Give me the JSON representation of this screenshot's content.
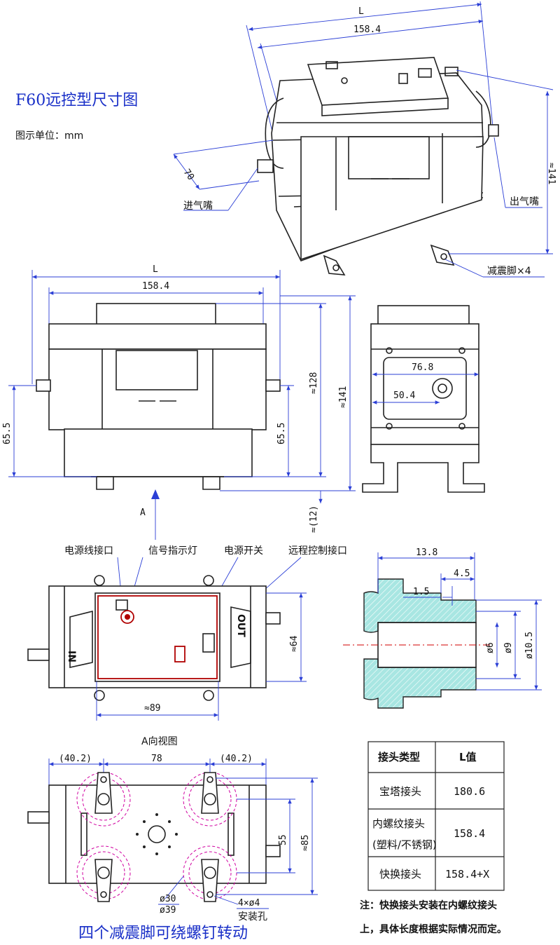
{
  "title": "F60远控型尺寸图",
  "unit_label": "图示单位：mm",
  "iso_view": {
    "dim_L": "L",
    "dim_158": "158.4",
    "dim_70": "70",
    "dim_141": "≈141",
    "inlet": "进气嘴",
    "outlet": "出气嘴",
    "feet": "减震脚×4"
  },
  "front_view": {
    "dim_L": "L",
    "dim_158": "158.4",
    "dim_65_left": "65.5",
    "dim_65_right": "65.5",
    "dim_128": "≈128",
    "dim_141": "≈141",
    "dim_12": "≈(12)",
    "arrow_label": "A"
  },
  "side_view": {
    "dim_76": "76.8",
    "dim_50": "50.4"
  },
  "top_view": {
    "power_port": "电源线接口",
    "signal_light": "信号指示灯",
    "power_switch": "电源开关",
    "remote_port": "远程控制接口",
    "dim_64": "≈64",
    "dim_89": "≈89",
    "in_mark": "IN",
    "out_mark": "OUT"
  },
  "fitting_detail": {
    "dim_13_8": "13.8",
    "dim_4_5": "4.5",
    "dim_1_5": "1.5",
    "dim_6": "ø6",
    "dim_9": "ø9",
    "dim_10_5": "ø10.5"
  },
  "bottom_view": {
    "caption": "A向视图",
    "dim_40_left": "(40.2)",
    "dim_78": "78",
    "dim_40_right": "(40.2)",
    "dim_55": "55",
    "dim_85": "≈85",
    "dim_30": "ø30",
    "dim_39": "ø39",
    "holes": "4×ø4",
    "holes_sub": "安装孔",
    "note": "四个减震脚可绕螺钉转动"
  },
  "table": {
    "header_type": "接头类型",
    "header_value": "L值",
    "rows": [
      {
        "type": "宝塔接头",
        "sub": "",
        "value": "180.6"
      },
      {
        "type": "内螺纹接头",
        "sub": "(塑料/不锈钢)",
        "value": "158.4"
      },
      {
        "type": "快换接头",
        "sub": "",
        "value": "158.4+X"
      }
    ]
  },
  "footnote": {
    "line1": "注：快换接头安装在内螺纹接头",
    "line2": "上，具体长度根据实际情况而定。"
  },
  "colors": {
    "dimension_blue": "#2b3fd6",
    "title_blue": "#1a30c8",
    "indicator_red": "#b00000",
    "fitting_cyan": "#9fe3e0",
    "foot_pink": "#d000a0"
  }
}
